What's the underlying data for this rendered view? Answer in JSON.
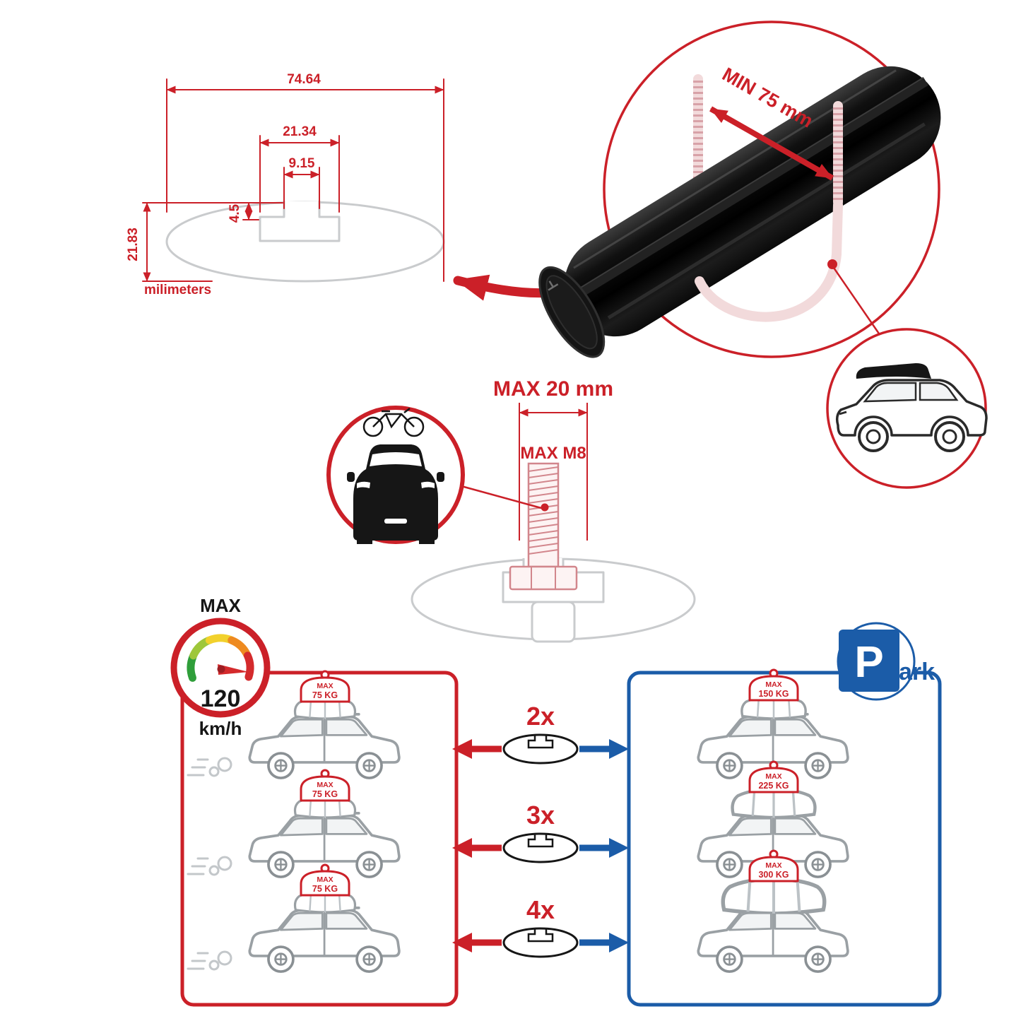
{
  "colors": {
    "red": "#cb2028",
    "blue": "#1b5ca8",
    "gray": "#c9cbcd",
    "black": "#161616"
  },
  "cross_section": {
    "total_width": "74.64",
    "slot_outer_width": "21.34",
    "slot_opening_width": "9.15",
    "slot_lip_depth": "4.5",
    "total_height": "21.83",
    "units": "milimeters"
  },
  "crossbar_view": {
    "min_clamp_span": "MIN 75 mm"
  },
  "bolt_spec": {
    "max_length": "MAX 20 mm",
    "max_thread": "MAX M8"
  },
  "speed_limit": {
    "label": "MAX",
    "value": "120",
    "units": "km/h"
  },
  "park_sign": {
    "letter": "P",
    "suffix": "ark"
  },
  "crossbar_options": [
    {
      "count": "2x",
      "driving_load": {
        "label": "MAX",
        "value": "75 KG"
      },
      "parked_load": {
        "label": "MAX",
        "value": "150 KG"
      }
    },
    {
      "count": "3x",
      "driving_load": {
        "label": "MAX",
        "value": "75 KG"
      },
      "parked_load": {
        "label": "MAX",
        "value": "225 KG"
      }
    },
    {
      "count": "4x",
      "driving_load": {
        "label": "MAX",
        "value": "75 KG"
      },
      "parked_load": {
        "label": "MAX",
        "value": "300 KG"
      }
    }
  ]
}
